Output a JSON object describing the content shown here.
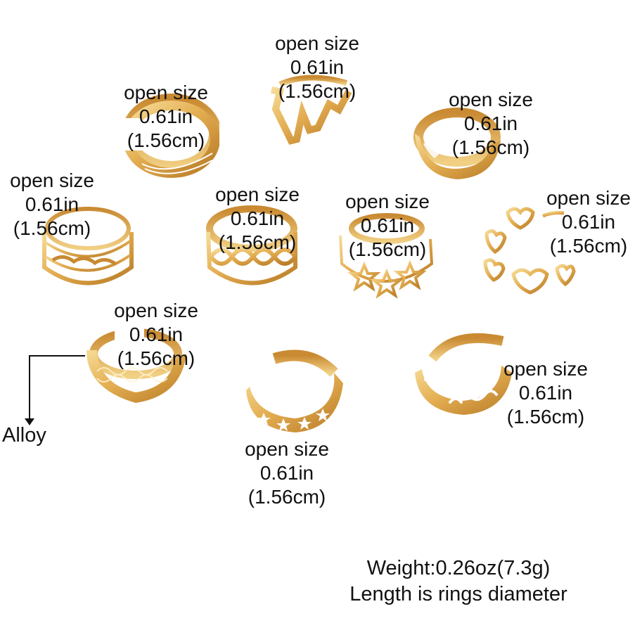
{
  "colors": {
    "gold_light": "#f4d58a",
    "gold_mid": "#e1aa4c",
    "gold_dark": "#b97a24",
    "text": "#111111"
  },
  "rings": [
    {
      "id": "triple-band",
      "style": "split triple band",
      "label": {
        "line1": "open size",
        "line2": "0.61in",
        "line3": "(1.56cm)"
      }
    },
    {
      "id": "zigzag",
      "style": "heartbeat zigzag",
      "label": {
        "line1": "open size",
        "line2": "0.61in",
        "line3": "(1.56cm)"
      }
    },
    {
      "id": "wide-plain",
      "style": "wide band with heart",
      "label": {
        "line1": "open size",
        "line2": "0.61in",
        "line3": "(1.56cm)"
      }
    },
    {
      "id": "flame-band",
      "style": "openwork flame band",
      "label": {
        "line1": "open size",
        "line2": "0.61in",
        "line3": "(1.56cm)"
      }
    },
    {
      "id": "lattice",
      "style": "criss-cross lattice",
      "label": {
        "line1": "open size",
        "line2": "0.61in",
        "line3": "(1.56cm)"
      }
    },
    {
      "id": "stars",
      "style": "star chain",
      "label": {
        "line1": "open size",
        "line2": "0.61in",
        "line3": "(1.56cm)"
      }
    },
    {
      "id": "hearts",
      "style": "heart chain",
      "label": {
        "line1": "open size",
        "line2": "0.61in",
        "line3": "(1.56cm)"
      }
    },
    {
      "id": "braided",
      "style": "braided band",
      "label": {
        "line1": "open size",
        "line2": "0.61in",
        "line3": "(1.56cm)"
      }
    },
    {
      "id": "star-cutout",
      "style": "band with star cutouts",
      "label": {
        "line1": "open size",
        "line2": "0.61in",
        "line3": "(1.56cm)"
      }
    },
    {
      "id": "wave-cutout",
      "style": "band with wave cutouts",
      "label": {
        "line1": "open size",
        "line2": "0.61in",
        "line3": "(1.56cm)"
      }
    }
  ],
  "material": {
    "label": "Alloy"
  },
  "footer": {
    "weight": "Weight:0.26oz(7.3g)",
    "note": "Length is rings diameter"
  }
}
